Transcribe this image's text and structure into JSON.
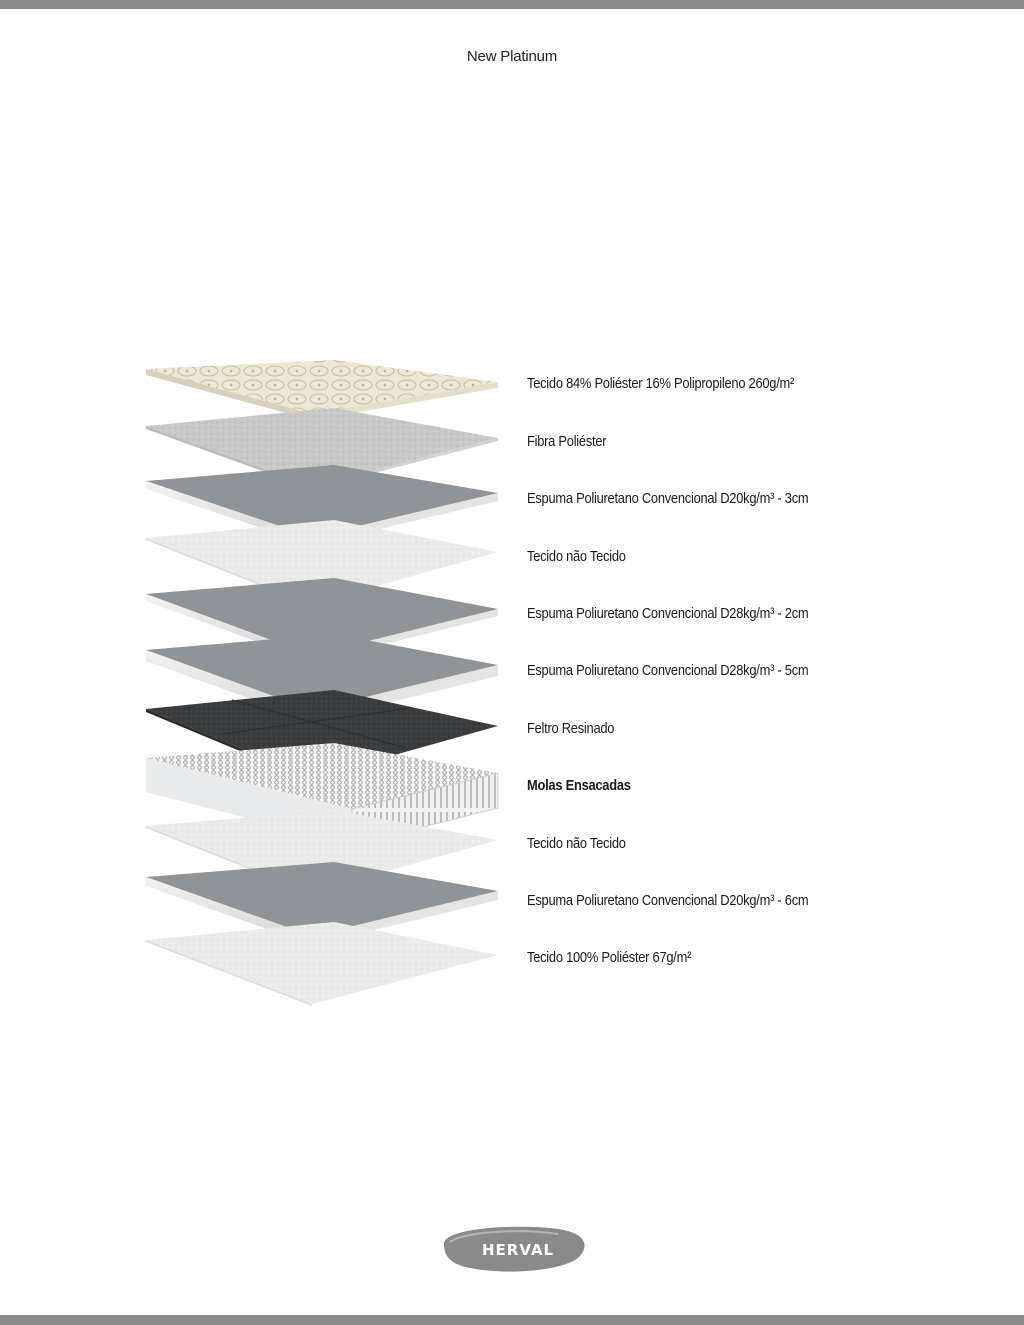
{
  "document": {
    "title": "New Platinum"
  },
  "layers": [
    {
      "label": "Tecido 84% Poliéster 16% Polipropileno 260g/m²",
      "material": "quilted-fabric",
      "bold": false
    },
    {
      "label": "Fibra Poliéster",
      "material": "fiber",
      "bold": false
    },
    {
      "label": "Espuma Poliuretano Convencional D20kg/m³ - 3cm",
      "material": "foam",
      "bold": false
    },
    {
      "label": "Tecido não Tecido",
      "material": "nonwoven",
      "bold": false
    },
    {
      "label": "Espuma Poliuretano Convencional D28kg/m³ - 2cm",
      "material": "foam",
      "bold": false
    },
    {
      "label": "Espuma Poliuretano Convencional D28kg/m³ - 5cm",
      "material": "foam",
      "bold": false
    },
    {
      "label": "Feltro Resinado",
      "material": "felt",
      "bold": false
    },
    {
      "label": "Molas Ensacadas",
      "material": "pocket-springs",
      "bold": true
    },
    {
      "label": "Tecido não Tecido",
      "material": "nonwoven",
      "bold": false
    },
    {
      "label": "Espuma Poliuretano Convencional D20kg/m³ - 6cm",
      "material": "foam",
      "bold": false
    },
    {
      "label": "Tecido 100% Poliéster 67g/m²",
      "material": "nonwoven",
      "bold": false
    }
  ],
  "logo": {
    "text": "HERVAL"
  },
  "colors": {
    "bar": "#8c8c8c",
    "foam_top": "#8f9499",
    "fiber_top": "#c9c9c9",
    "nonwoven_top": "#ececec",
    "felt_top": "#3a3b3d",
    "quilt_top": "#ede6d6",
    "logo_gray": "#8a8a8a"
  }
}
